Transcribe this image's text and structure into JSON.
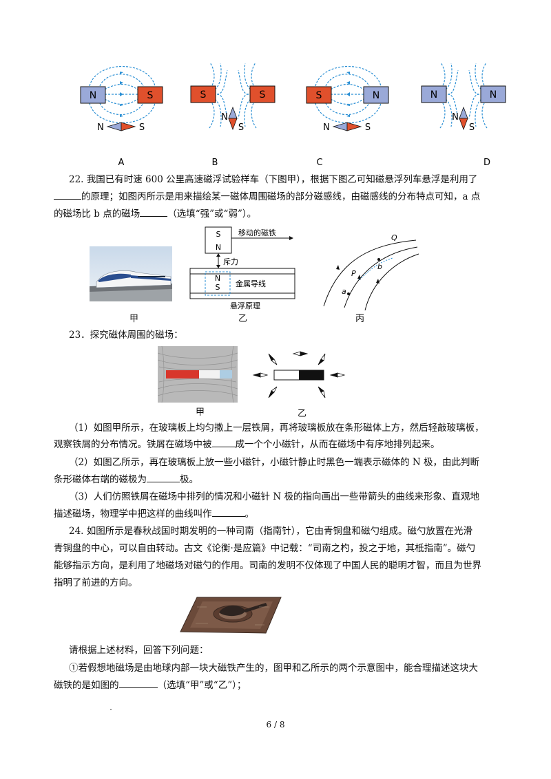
{
  "q21": {
    "options": [
      {
        "label": "A",
        "magnets": [
          "N",
          "S"
        ],
        "needle": [
          "N",
          "S"
        ]
      },
      {
        "label": "B",
        "magnets": [
          "S",
          "S"
        ],
        "needle": [
          "N",
          "S"
        ]
      },
      {
        "label": "C",
        "magnets": [
          "S",
          "N"
        ],
        "needle": [
          "N",
          "S"
        ]
      },
      {
        "label": "D",
        "magnets": [
          "N",
          "N"
        ],
        "needle": [
          "N",
          "S"
        ]
      }
    ]
  },
  "q22": {
    "line1": "22. 我国已有时速 600 公里高速磁浮试验样车（下图甲），根据下图乙可知磁悬浮列车悬浮是利用了",
    "line2_after_blank": "的原理；如图丙所示是用来描绘某一磁体周围磁场的部分磁感线，由磁感线的分布特点可知，a 点",
    "line3_before_blank": "的磁场比 b 点的磁场",
    "line3_after_blank": "（选填“强”或“弱”）。",
    "fig_yi": {
      "magnet_top": "S",
      "magnet_bottom": "N",
      "moving_label": "移动的磁铁",
      "repel_label": "斥力",
      "wire_n": "N",
      "wire_s": "S",
      "wire_label": "金属导线",
      "caption": "悬浮原理"
    },
    "fig_bing": {
      "q": "Q",
      "b": "b",
      "p": "P",
      "a": "a"
    },
    "captions": {
      "jia": "甲",
      "yi": "乙",
      "bing": "丙"
    }
  },
  "q23": {
    "title": "23．探究磁体周围的磁场：",
    "captions": {
      "jia": "甲",
      "yi": "乙"
    },
    "p1_line1": "（1）如图甲所示，在玻璃板上均匀撒上一层铁屑，再将玻璃板放在条形磁体上方，然后轻敲玻璃板，",
    "p1_line2_before": "观察铁屑的分布情况。铁屑在磁场中被",
    "p1_line2_after": "成一个个小磁针，从而在磁场中有序地排列起来。",
    "p2_line1": "（2）如图乙所示，再在玻璃板上放一些小磁针，小磁针静止时黑色一端表示磁体的 N 极，由此判断",
    "p2_line2_before": "条形磁体右端的磁极为",
    "p2_line2_after": "极。",
    "p3_line1": "（3）人们仿照铁屑在磁场中排列的情况和小磁针 N 极的指向画出一些带箭头的曲线来形象、直观地",
    "p3_line2_before": "描述磁场，物理学中把这样的曲线叫作",
    "p3_line2_after": "。"
  },
  "q24": {
    "line1": "24. 如图所示是春秋战国时期发明的一种司南（指南针），它由青铜盘和磁勺组成。磁勺放置在光滑",
    "line2": "青铜盘的中心，可以自由转动。古文《论衡·是应篇》中记载：“司南之杓，投之于地，其柢指南”。磁勺",
    "line3": "能够指示方向，是利用了地磁场对磁勺的作用。司南的发明不仅体现了中国人民的聪明才智，而且为世界",
    "line4": "指明了前进的方向。",
    "prompt": "请根据上述材料，回答下列问题：",
    "sub1_line1": "①若假想地磁场是由地球内部一块大磁铁产生的，图甲和乙所示的两个示意图中，能合理描述这块大",
    "sub1_line2_before": "磁铁的是如图的",
    "sub1_line2_after": "（选填“甲”或“乙”）；"
  },
  "footer": {
    "page": "6 / 8"
  },
  "colors": {
    "blue_magnet": "#9aa9d8",
    "red_magnet": "#e0502c",
    "field_line": "#2a8fd4"
  }
}
